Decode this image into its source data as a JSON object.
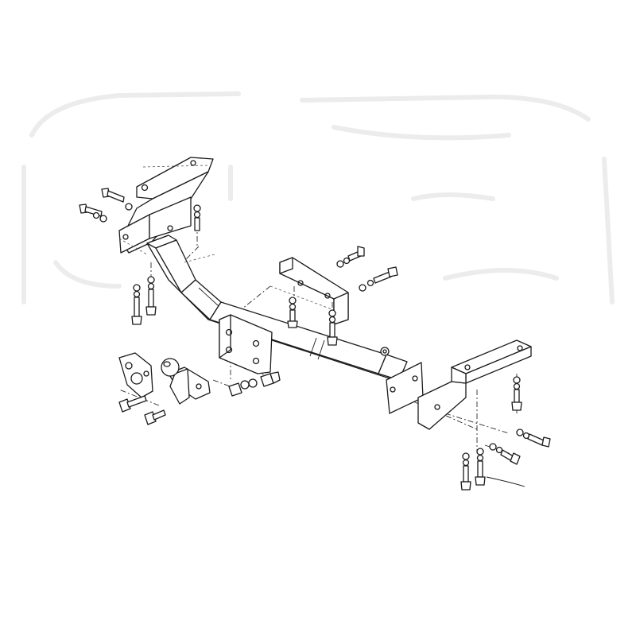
{
  "diagram": {
    "kind": "exploded-assembly",
    "colors": {
      "line": "#1a1a1a",
      "background": "#ffffff",
      "ghost_outline": "#ececec"
    },
    "parts": [
      {
        "id": "left-mounting-bracket",
        "kind": "bracket"
      },
      {
        "id": "right-mounting-bracket",
        "kind": "bracket"
      },
      {
        "id": "center-support-bracket",
        "kind": "bracket"
      },
      {
        "id": "main-crossbar",
        "kind": "beam"
      },
      {
        "id": "tow-ball-flange-plate",
        "kind": "plate"
      },
      {
        "id": "tow-ball",
        "kind": "ball-mount"
      },
      {
        "id": "socket-plate",
        "kind": "plate"
      }
    ],
    "fasteners": [
      {
        "id": "left-bolt-a",
        "kind": "bolt"
      },
      {
        "id": "left-bolt-b",
        "kind": "bolt"
      },
      {
        "id": "left-vertical-bolt",
        "kind": "bolt"
      },
      {
        "id": "left-lower-bolt-a",
        "kind": "bolt"
      },
      {
        "id": "left-lower-bolt-b",
        "kind": "bolt"
      },
      {
        "id": "center-bolt-a",
        "kind": "bolt"
      },
      {
        "id": "center-bolt-b",
        "kind": "bolt"
      },
      {
        "id": "center-lower-bolt-a",
        "kind": "bolt"
      },
      {
        "id": "center-lower-bolt-b",
        "kind": "bolt"
      },
      {
        "id": "ball-bolt-a",
        "kind": "bolt"
      },
      {
        "id": "ball-bolt-b",
        "kind": "bolt"
      },
      {
        "id": "ball-nuts",
        "kind": "nut-set"
      },
      {
        "id": "crossbar-nut",
        "kind": "nut"
      },
      {
        "id": "right-bolt-a",
        "kind": "bolt"
      },
      {
        "id": "right-bolt-b",
        "kind": "bolt"
      },
      {
        "id": "right-vertical-bolt",
        "kind": "bolt"
      },
      {
        "id": "right-lower-bolt-a",
        "kind": "bolt"
      },
      {
        "id": "right-lower-bolt-b",
        "kind": "bolt"
      }
    ]
  }
}
